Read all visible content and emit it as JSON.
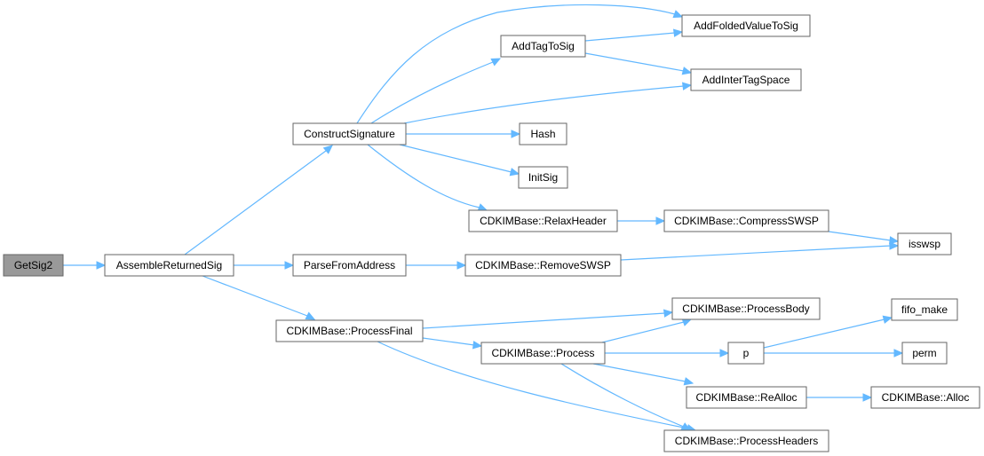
{
  "graph": {
    "nodes": {
      "getsig2": "GetSig2",
      "assemble": "AssembleReturnedSig",
      "construct": "ConstructSignature",
      "parsefrom": "ParseFromAddress",
      "processfinal": "CDKIMBase::ProcessFinal",
      "addfolded": "AddFoldedValueToSig",
      "addtag": "AddTagToSig",
      "addinter": "AddInterTagSpace",
      "hash": "Hash",
      "initsig": "InitSig",
      "relax": "CDKIMBase::RelaxHeader",
      "compress": "CDKIMBase::CompressSWSP",
      "isswsp": "isswsp",
      "removeswsp": "CDKIMBase::RemoveSWSP",
      "processbody": "CDKIMBase::ProcessBody",
      "process": "CDKIMBase::Process",
      "fifo": "fifo_make",
      "p": "p",
      "perm": "perm",
      "realloc": "CDKIMBase::ReAlloc",
      "alloc": "CDKIMBase::Alloc",
      "headers": "CDKIMBase::ProcessHeaders"
    },
    "edges": [
      [
        "getsig2",
        "assemble"
      ],
      [
        "assemble",
        "construct"
      ],
      [
        "assemble",
        "parsefrom"
      ],
      [
        "assemble",
        "processfinal"
      ],
      [
        "construct",
        "addfolded"
      ],
      [
        "construct",
        "addtag"
      ],
      [
        "construct",
        "addinter"
      ],
      [
        "construct",
        "hash"
      ],
      [
        "construct",
        "initsig"
      ],
      [
        "construct",
        "relax"
      ],
      [
        "addtag",
        "addfolded"
      ],
      [
        "addtag",
        "addinter"
      ],
      [
        "relax",
        "compress"
      ],
      [
        "compress",
        "isswsp"
      ],
      [
        "parsefrom",
        "removeswsp"
      ],
      [
        "removeswsp",
        "isswsp"
      ],
      [
        "processfinal",
        "processbody"
      ],
      [
        "processfinal",
        "process"
      ],
      [
        "processfinal",
        "headers"
      ],
      [
        "process",
        "processbody"
      ],
      [
        "process",
        "p"
      ],
      [
        "process",
        "realloc"
      ],
      [
        "process",
        "headers"
      ],
      [
        "p",
        "fifo"
      ],
      [
        "p",
        "perm"
      ],
      [
        "realloc",
        "alloc"
      ]
    ],
    "colors": {
      "edge": "#63b8ff",
      "node_border": "#666666",
      "root_fill": "#999999"
    }
  }
}
